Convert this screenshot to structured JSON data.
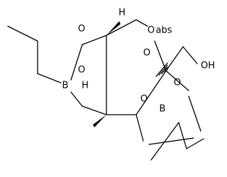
{
  "structure": {
    "atoms": {
      "B_left": "B",
      "O_top": "O",
      "O_left": "O",
      "H_upper": "H",
      "H_lower": "H",
      "O_ring": "O",
      "O_abs": "O",
      "abs_marker": "abs",
      "OH": "OH",
      "O_right": "O",
      "O_bottom": "O",
      "B_right": "B"
    }
  }
}
